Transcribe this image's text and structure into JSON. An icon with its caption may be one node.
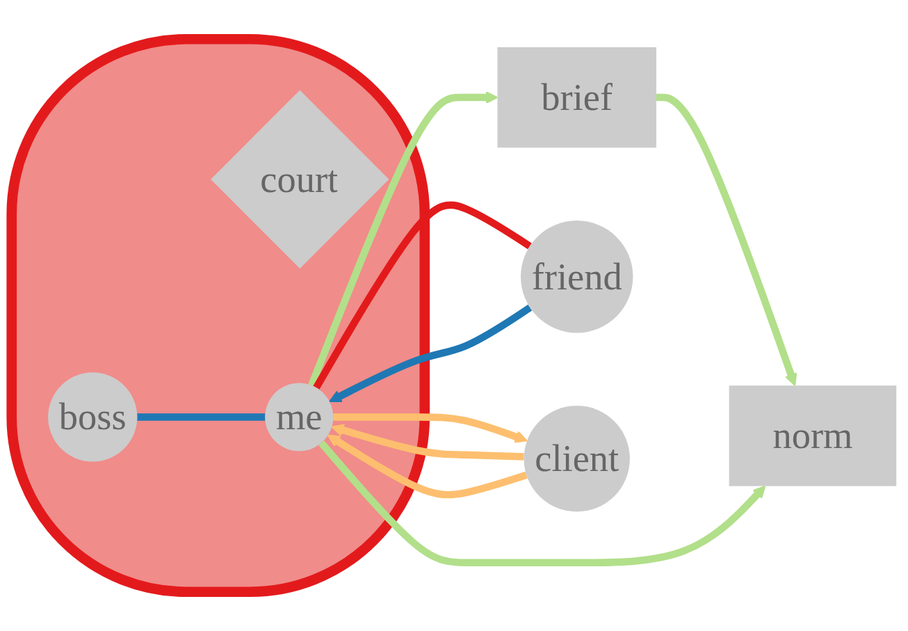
{
  "diagram": {
    "nodes": [
      {
        "text": [
          "brief"
        ]
      },
      {
        "text": [
          "norm"
        ]
      },
      {
        "text": [],
        "shape": "cloud"
      },
      {
        "text": [
          "court"
        ],
        "in": 2
      },
      {
        "text": [
          "boss"
        ],
        "in": 2
      },
      {
        "text": [
          "me"
        ],
        "in": 2
      },
      {
        "text": [
          "friend"
        ]
      },
      {
        "text": [
          "client"
        ]
      }
    ],
    "edges": [
      {
        "from": 0,
        "to": 1,
        "arrow": "to",
        "color": "#b2df8a"
      },
      {
        "from": 5,
        "to": 1,
        "arrow": "to",
        "color": "#b2df8a"
      },
      {
        "from": 5,
        "to": 0,
        "arrow": "to",
        "color": "#b2df8a"
      },
      {
        "from": 4,
        "to": 5,
        "arrow": "none",
        "color": "#1f78b4"
      },
      {
        "from": 5,
        "to": 6,
        "arrow": "none",
        "color": "#e31a1c"
      },
      {
        "from": 6,
        "to": 5,
        "arrow": "to",
        "color": "#1f78b4"
      },
      {
        "from": 7,
        "to": 5,
        "arrow": "to",
        "color": "#fdbf6f"
      },
      {
        "from": 7,
        "to": 5,
        "arrow": "to",
        "color": "#fdbf6f"
      },
      {
        "from": 5,
        "to": 7,
        "arrow": "to",
        "color": "#fdbf6f"
      }
    ]
  }
}
